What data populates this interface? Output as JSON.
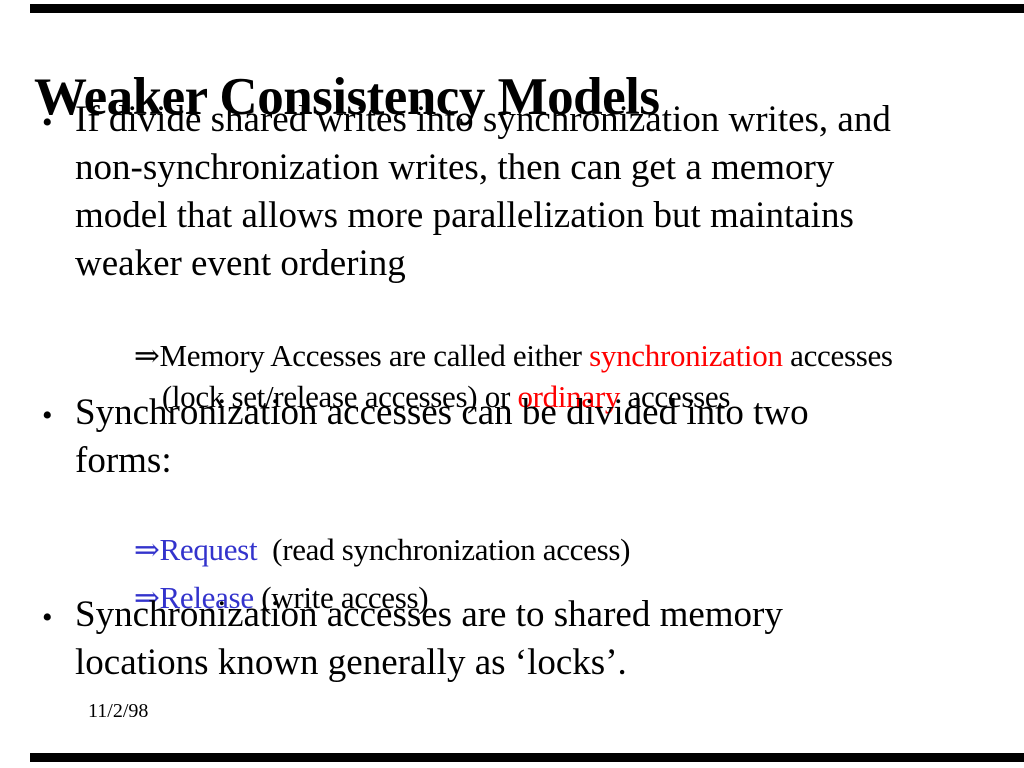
{
  "slide": {
    "title": "Weaker Consistency Models",
    "footer_date": "11/2/98",
    "colors": {
      "text": "#000000",
      "highlight_red": "#FF0000",
      "highlight_blue": "#3333CC",
      "border_bar": "#000000",
      "background": "#FFFFFF"
    }
  },
  "bullet1": {
    "marker": "•",
    "lines": [
      "If divide shared writes into synchronization writes, and",
      "non-synchronization writes, then can get a memory",
      "model that allows more parallelization but maintains",
      "weaker event ordering"
    ]
  },
  "sub1": {
    "line1": {
      "arrow": "⇒",
      "t1": "Memory Accesses are called either ",
      "red": "synchronization",
      "t2": " accesses"
    },
    "line2": {
      "t1": "(lock set/release accesses) or ",
      "red": "ordinary",
      "t2": " accesses"
    }
  },
  "bullet2": {
    "marker": "•",
    "lines": [
      "Synchronization accesses can be divided into two",
      "forms:"
    ]
  },
  "request_line": {
    "keyword": "⇒Request",
    "rest": "  (read synchronization access)"
  },
  "release_line": {
    "keyword": "⇒Release",
    "rest": " (write access)"
  },
  "bullet3": {
    "marker": "•",
    "lines": [
      "Synchronization accesses are to shared memory",
      "locations known generally as ‘locks’."
    ]
  }
}
